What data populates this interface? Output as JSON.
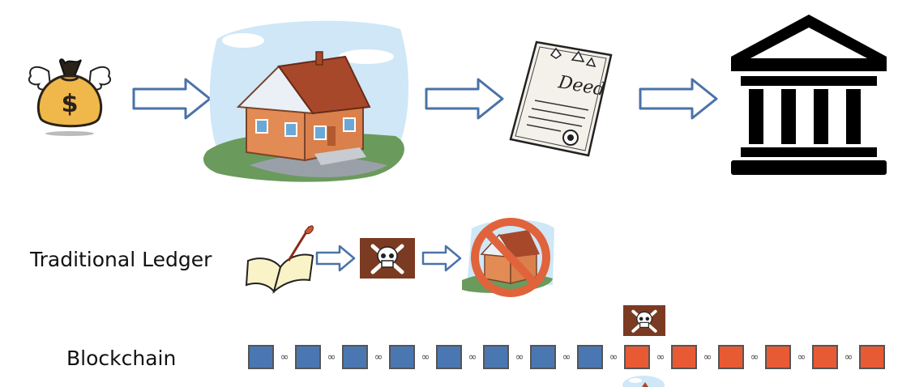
{
  "rows": {
    "traditional_label": "Traditional Ledger",
    "blockchain_label": "Blockchain"
  },
  "top_flow": {
    "steps": [
      "money-bag-icon",
      "house-icon",
      "deed-document-icon",
      "bank-building-icon"
    ],
    "deed_text": "Deed",
    "currency_symbol": "$"
  },
  "blockchain": {
    "link_glyph": "∞",
    "blocks": [
      {
        "state": "valid"
      },
      {
        "state": "valid"
      },
      {
        "state": "valid"
      },
      {
        "state": "valid"
      },
      {
        "state": "valid"
      },
      {
        "state": "valid"
      },
      {
        "state": "valid"
      },
      {
        "state": "valid"
      },
      {
        "state": "tampered"
      },
      {
        "state": "tampered"
      },
      {
        "state": "tampered"
      },
      {
        "state": "tampered"
      },
      {
        "state": "tampered"
      },
      {
        "state": "tampered"
      }
    ]
  },
  "colors": {
    "arrow_fill": "#ffffff",
    "arrow_stroke": "#4a72a8",
    "valid_block": "#4a77b1",
    "tampered_block": "#e85a34",
    "skull_bg": "#7a3b22",
    "prohibited_red": "#e0633c"
  }
}
